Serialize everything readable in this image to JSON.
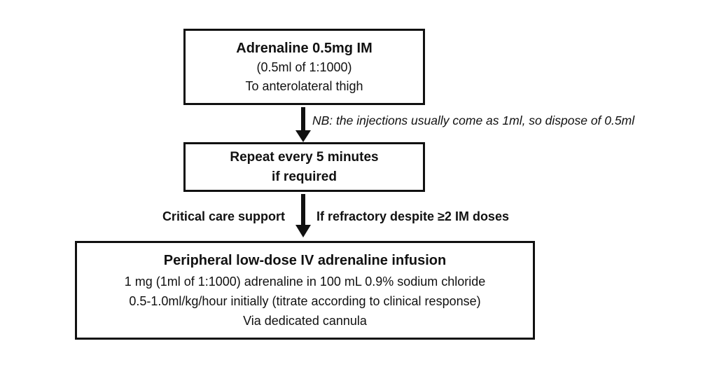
{
  "colors": {
    "ink": "#111111",
    "background": "#ffffff"
  },
  "boxes": {
    "im": {
      "title": "Adrenaline 0.5mg IM",
      "lines": [
        "(0.5ml of 1:1000)",
        "To anterolateral thigh"
      ]
    },
    "repeat": {
      "lines": [
        "Repeat every 5 minutes",
        "if required"
      ]
    },
    "infusion": {
      "title": "Peripheral low-dose IV adrenaline infusion",
      "lines": [
        "1 mg (1ml of 1:1000) adrenaline in 100 mL 0.9% sodium chloride",
        "0.5-1.0ml/kg/hour initially (titrate according to clinical response)",
        "Via dedicated cannula"
      ]
    }
  },
  "annotations": {
    "nb_note": "NB: the injections usually come as 1ml, so dispose of 0.5ml",
    "left_label": "Critical care support",
    "right_label": "If refractory despite ≥2 IM doses"
  }
}
